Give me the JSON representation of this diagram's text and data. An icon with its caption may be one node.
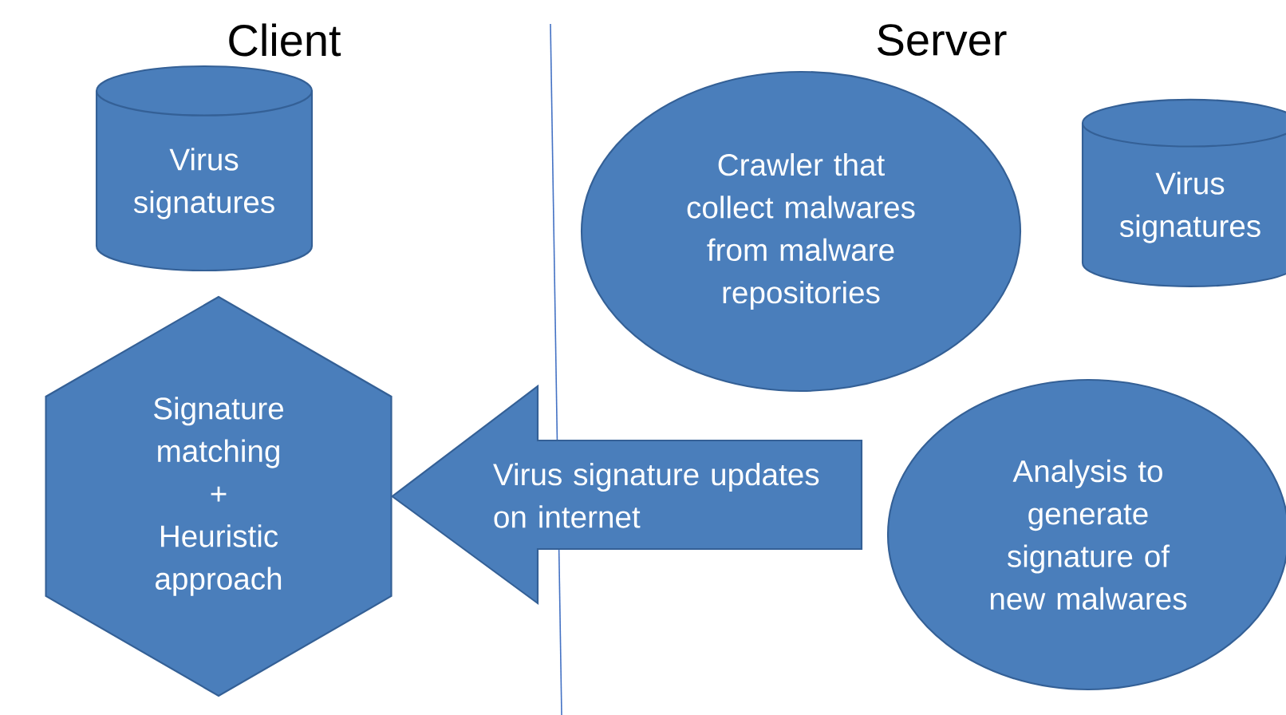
{
  "diagram": {
    "nodes": [
      {
        "text": [
          "Virus signatures"
        ]
      },
      {
        "text": [
          "Signature matching + Heuristic approach"
        ]
      },
      {
        "text": [
          "Crawler that collect malwares from malware repositories"
        ]
      },
      {
        "text": [
          "Virus signatures"
        ]
      },
      {
        "text": [
          "Analysis to generate signature of  new malwares"
        ]
      }
    ],
    "edges": [
      {
        "from": null,
        "to": 1,
        "arrow": "to",
        "label": "Virus signature updates on internet",
        "style": "thick"
      }
    ],
    "labels": [
      "Client",
      "Server"
    ]
  }
}
